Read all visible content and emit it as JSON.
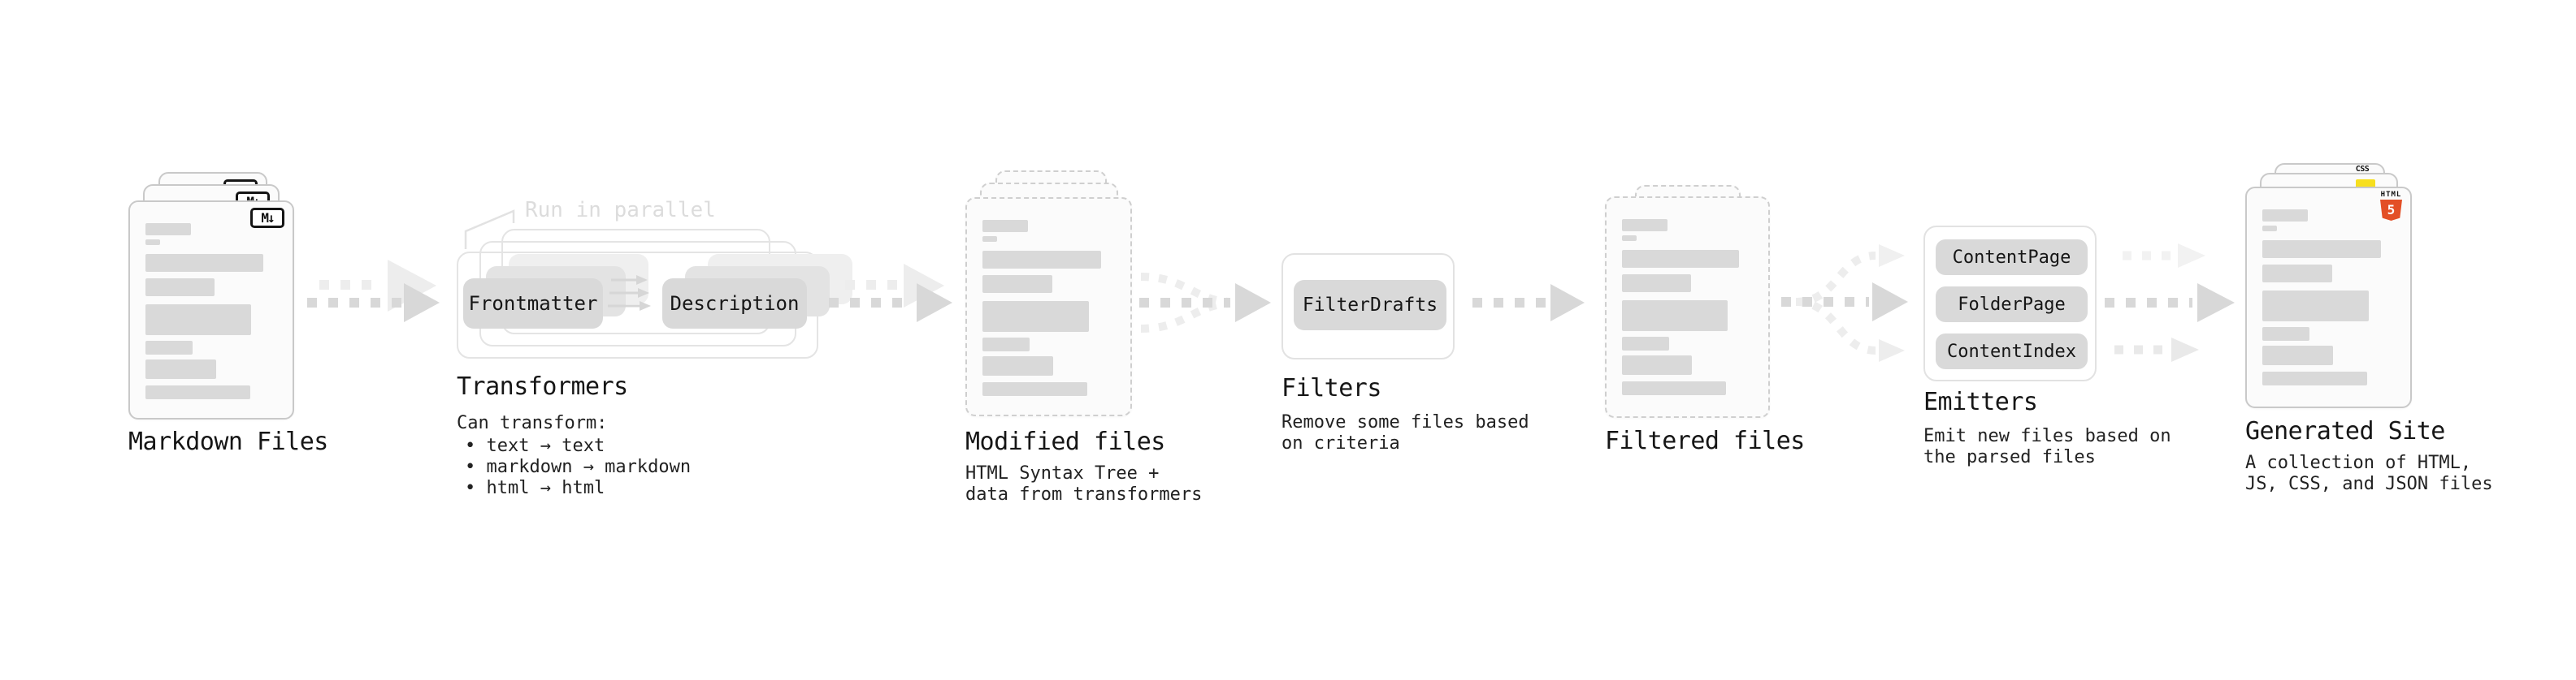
{
  "sections": {
    "markdown_files": {
      "label": "Markdown Files",
      "badge": "M↓"
    },
    "transformers": {
      "annotation": "Run in parallel",
      "nodes": [
        "Frontmatter",
        "Description"
      ],
      "label": "Transformers",
      "caption_title": "Can transform:",
      "bullets": [
        "• text → text",
        "• markdown → markdown",
        "• html → html"
      ]
    },
    "modified_files": {
      "label": "Modified files",
      "caption": [
        "HTML Syntax Tree +",
        "data from transformers"
      ]
    },
    "filters": {
      "node": "FilterDrafts",
      "label": "Filters",
      "caption": [
        "Remove some files based",
        "on criteria"
      ]
    },
    "filtered_files": {
      "label": "Filtered files"
    },
    "emitters": {
      "nodes": [
        "ContentPage",
        "FolderPage",
        "ContentIndex"
      ],
      "label": "Emitters",
      "caption": [
        "Emit new files based on",
        "the parsed files"
      ]
    },
    "generated_site": {
      "label": "Generated Site",
      "caption": [
        "A collection of HTML,",
        "JS, CSS, and JSON files"
      ],
      "badges": {
        "html_label": "HTML",
        "html_number": "5",
        "css_label": "CSS"
      }
    }
  },
  "colors": {
    "html5_orange": "#e34f26",
    "js_yellow": "#f7df1e",
    "css_blue": "#2965f1",
    "node_fill": "#d9d9d9",
    "arrow_dark": "#d8d8d8",
    "arrow_light": "#ededed"
  }
}
